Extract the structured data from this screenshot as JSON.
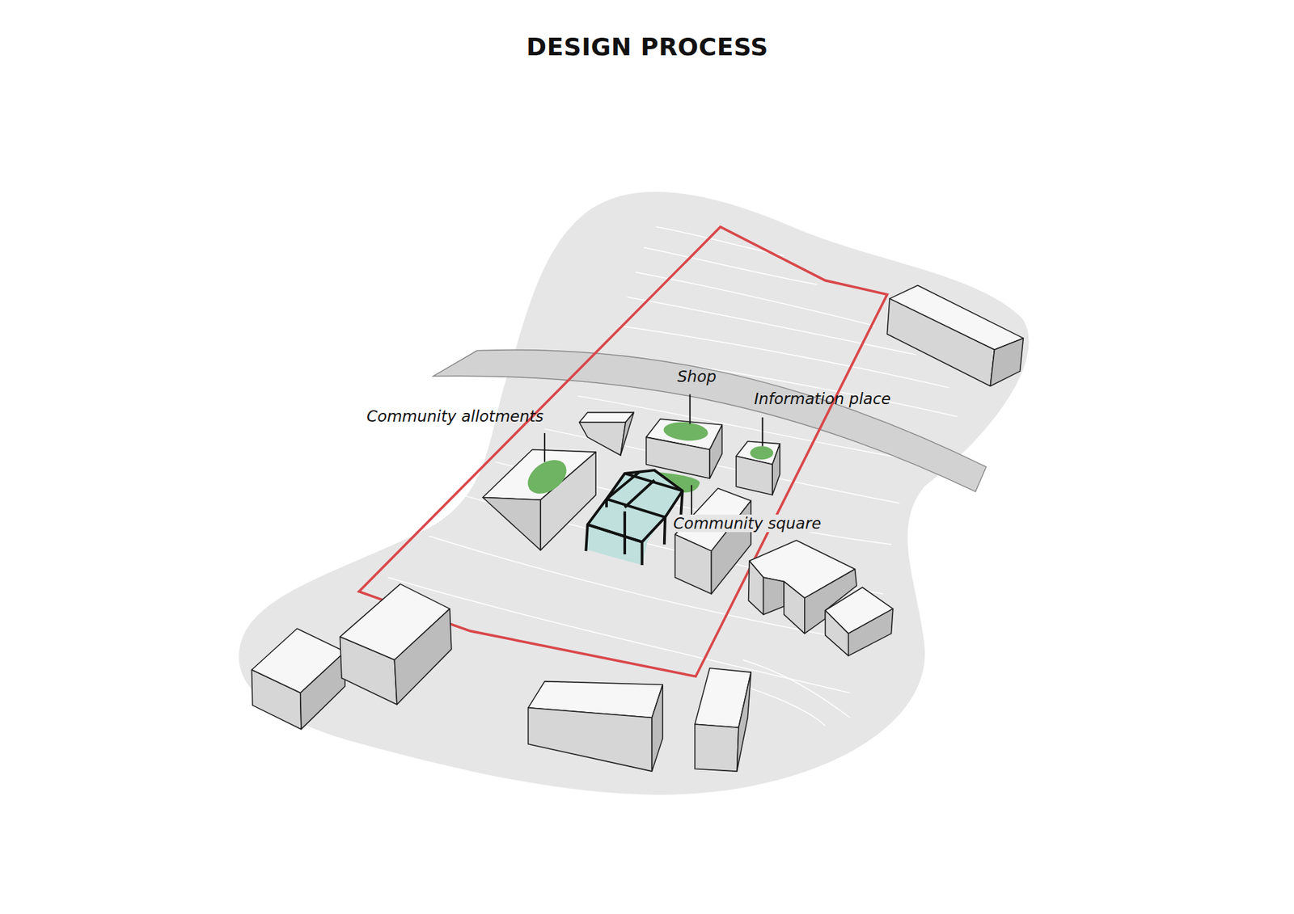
{
  "diagram": {
    "title": "DESIGN PROCESS",
    "labels": [
      "Community allotments",
      "Shop",
      "Information place",
      "Community square"
    ]
  }
}
